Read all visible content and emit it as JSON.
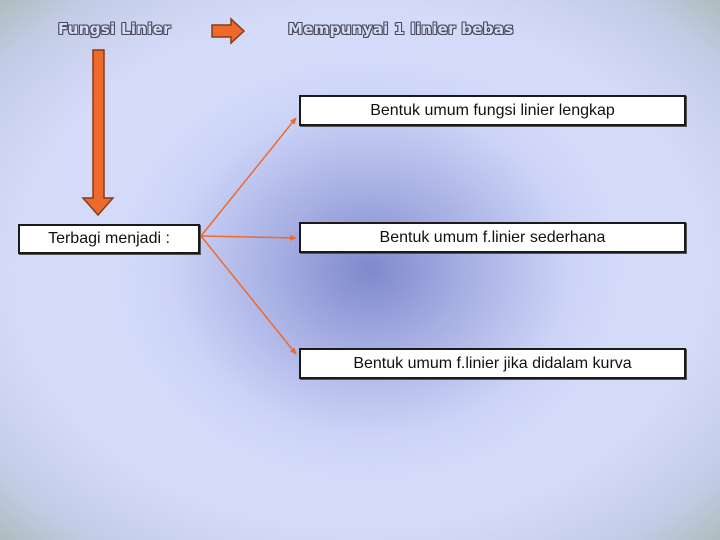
{
  "header": {
    "left_title": "Fungsi Linier",
    "right_title": "Mempunyai 1 linier bebas"
  },
  "boxes": {
    "source": "Terbagi menjadi :",
    "target_top": "Bentuk umum fungsi linier lengkap",
    "target_middle": "Bentuk umum f.linier sederhana",
    "target_bottom": "Bentuk umum f.linier jika didalam kurva"
  },
  "colors": {
    "arrow_fill": "#ee6a2c",
    "arrow_stroke": "#8a3a16",
    "box_border": "#1a1a1a"
  }
}
